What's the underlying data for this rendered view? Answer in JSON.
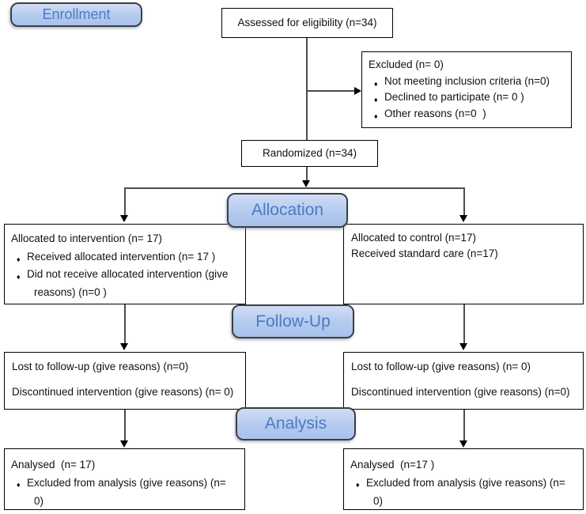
{
  "diagram": {
    "stages": {
      "enrollment": "Enrollment",
      "allocation": "Allocation",
      "followup": "Follow-Up",
      "analysis": "Analysis"
    },
    "boxes": {
      "assessed": {
        "text": "Assessed for eligibility (n=34)"
      },
      "excluded": {
        "title": "Excluded (n= 0)",
        "items": [
          "Not meeting inclusion criteria (n=0)",
          "Declined to participate (n= 0 )",
          "Other reasons (n=0  )"
        ]
      },
      "randomized": {
        "text": "Randomized (n=34)"
      },
      "allocation_left": {
        "title": "Allocated to intervention (n= 17)",
        "items": [
          "Received allocated intervention (n= 17 )",
          "Did not receive allocated intervention (give reasons) (n=0 )"
        ]
      },
      "allocation_right": {
        "line1": "Allocated to control (n=17)",
        "line2": "Received standard care (n=17)"
      },
      "followup_left": {
        "line1": "Lost to follow-up (give reasons) (n=0)",
        "line2": "Discontinued intervention (give reasons) (n= 0)"
      },
      "followup_right": {
        "line1": "Lost to follow-up (give reasons) (n= 0)",
        "line2": "Discontinued intervention (give reasons) (n=0)"
      },
      "analysis_left": {
        "title": "Analysed  (n= 17)",
        "items": [
          "Excluded from analysis (give reasons) (n= 0)"
        ]
      },
      "analysis_right": {
        "title": "Analysed  (n=17 )",
        "items": [
          "Excluded from analysis (give reasons) (n= 0)"
        ]
      }
    },
    "colors": {
      "badge_fill": "#b4caee",
      "badge_text": "#4a7bc4",
      "badge_border": "#3e3e44",
      "box_border": "#000000",
      "connector": "#4d4d4d"
    }
  }
}
